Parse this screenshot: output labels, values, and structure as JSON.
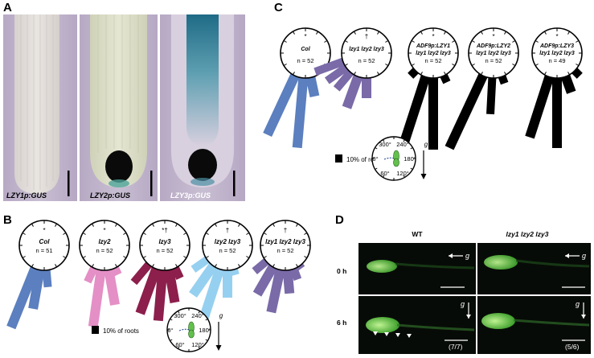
{
  "panels": {
    "A": {
      "label": "A",
      "captions": [
        "LZY1p:GUS",
        "LZY2p:GUS",
        "LZY3p:GUS"
      ]
    },
    "B": {
      "label": "B",
      "dials": [
        {
          "name": "Col",
          "sym": "*",
          "n": "n = 51",
          "color": "#5b7fbf",
          "italic": false
        },
        {
          "name": "lzy2",
          "sym": "*",
          "n": "n = 52",
          "color": "#e48fc6",
          "italic": true
        },
        {
          "name": "lzy3",
          "sym": "*†",
          "n": "n = 52",
          "color": "#8c1f4c",
          "italic": true
        },
        {
          "name": "lzy2 lzy3",
          "sym": "†",
          "n": "n = 52",
          "color": "#96d0f0",
          "italic": true
        },
        {
          "name": "lzy1 lzy2 lzy3",
          "sym": "†",
          "n": "n = 52",
          "color": "#7a6aa8",
          "italic": true
        }
      ],
      "legend": "10% of roots",
      "angles": [
        "300°",
        "240°",
        "0°",
        "180°",
        "60°",
        "120°"
      ],
      "gravity": "g"
    },
    "C": {
      "label": "C",
      "dials": [
        {
          "line1": "Col",
          "line2": "",
          "sym": "*",
          "n": "n = 52",
          "color": "#5b7fbf"
        },
        {
          "line1": "lzy1 lzy2 lzy3",
          "line2": "",
          "sym": "†",
          "n": "n = 52",
          "color": "#7a6aa8"
        },
        {
          "line1": "ADF9p:LZY1",
          "line2": "lzy1 lzy2 lzy3",
          "sym": "*",
          "n": "n = 52",
          "color": "#000000"
        },
        {
          "line1": "ADF9p:LZY2",
          "line2": "lzy1 lzy2 lzy3",
          "sym": "*",
          "n": "n = 52",
          "color": "#000000"
        },
        {
          "line1": "ADF9p:LZY3",
          "line2": "lzy1 lzy2 lzy3",
          "sym": "*",
          "n": "n = 49",
          "color": "#000000"
        }
      ],
      "legend": "10% of roots",
      "angles": [
        "300°",
        "240°",
        "0°",
        "180°",
        "60°",
        "120°"
      ],
      "gravity": "g"
    },
    "D": {
      "label": "D",
      "col_wt": "WT",
      "col_mut": "lzy1 lzy2 lzy3",
      "row_0": "0 h",
      "row_6": "6 h",
      "g": "g",
      "frac_wt": "(7/7)",
      "frac_mut": "(5/6)"
    }
  }
}
